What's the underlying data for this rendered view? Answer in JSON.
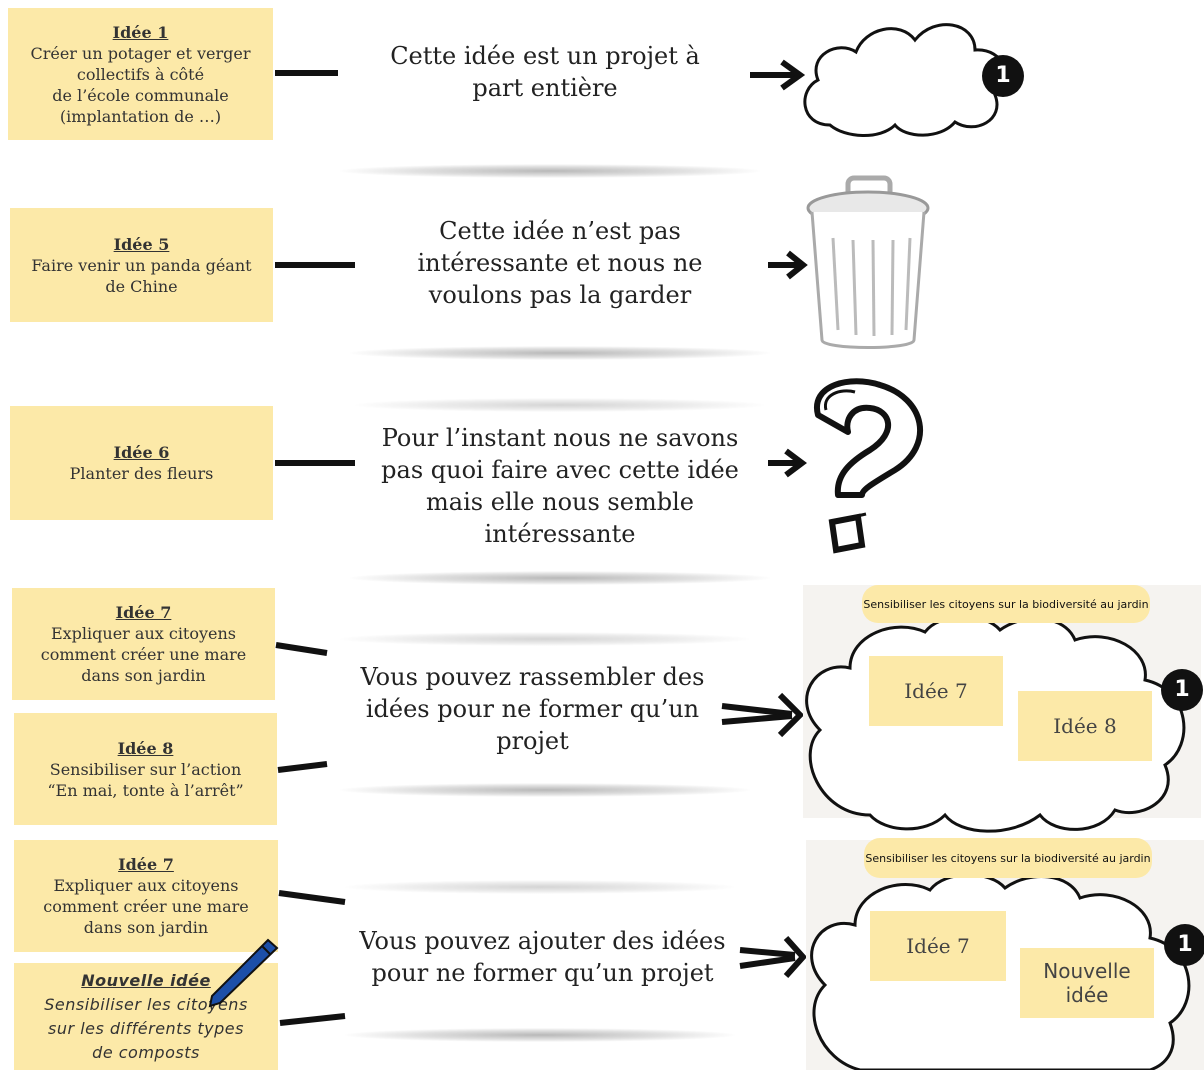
{
  "rows": [
    {
      "note": {
        "title": "Idée 1",
        "lines": [
          "Créer un potager et verger",
          "collectifs à côté",
          "de l’école communale",
          "(implantation de …)"
        ]
      },
      "text": [
        "Cette idée est un projet à",
        "part entière"
      ],
      "badge": "1"
    },
    {
      "note": {
        "title": "Idée 5",
        "lines": [
          "Faire venir un panda géant",
          "de Chine"
        ]
      },
      "text": [
        "Cette idée n’est pas",
        "intéressante et nous ne",
        "voulons pas la garder"
      ]
    },
    {
      "note": {
        "title": "Idée 6",
        "lines": [
          "Planter des fleurs"
        ]
      },
      "text": [
        "Pour l’instant nous ne savons",
        "pas quoi faire avec cette idée",
        "mais elle nous semble",
        "intéressante"
      ]
    },
    {
      "notes": [
        {
          "title": "Idée 7",
          "lines": [
            "Expliquer aux citoyens",
            "comment créer une mare",
            "dans son jardin"
          ]
        },
        {
          "title": "Idée 8",
          "lines": [
            "Sensibiliser sur l’action",
            "“En mai, tonte à l’arrêt”"
          ]
        }
      ],
      "text": [
        "Vous pouvez rassembler des",
        "idées pour ne former qu’un",
        "projet"
      ],
      "banner": "Sensibiliser les citoyens sur la biodiversité au jardin",
      "stickies": [
        "Idée 7",
        "Idée 8"
      ],
      "badge": "1"
    },
    {
      "notes": [
        {
          "title": "Idée 7",
          "lines": [
            "Expliquer aux citoyens",
            "comment créer une mare",
            "dans son jardin"
          ]
        },
        {
          "title": "Nouvelle idée",
          "lines": [
            "Sensibiliser les citoyens",
            "sur les différents types",
            "de composts"
          ]
        }
      ],
      "text": [
        "Vous pouvez ajouter des idées",
        "pour ne former qu’un projet"
      ],
      "banner": "Sensibiliser les citoyens sur la biodiversité au jardin",
      "stickies": [
        "Idée 7",
        "Nouvelle idée"
      ],
      "badge": "1"
    }
  ]
}
